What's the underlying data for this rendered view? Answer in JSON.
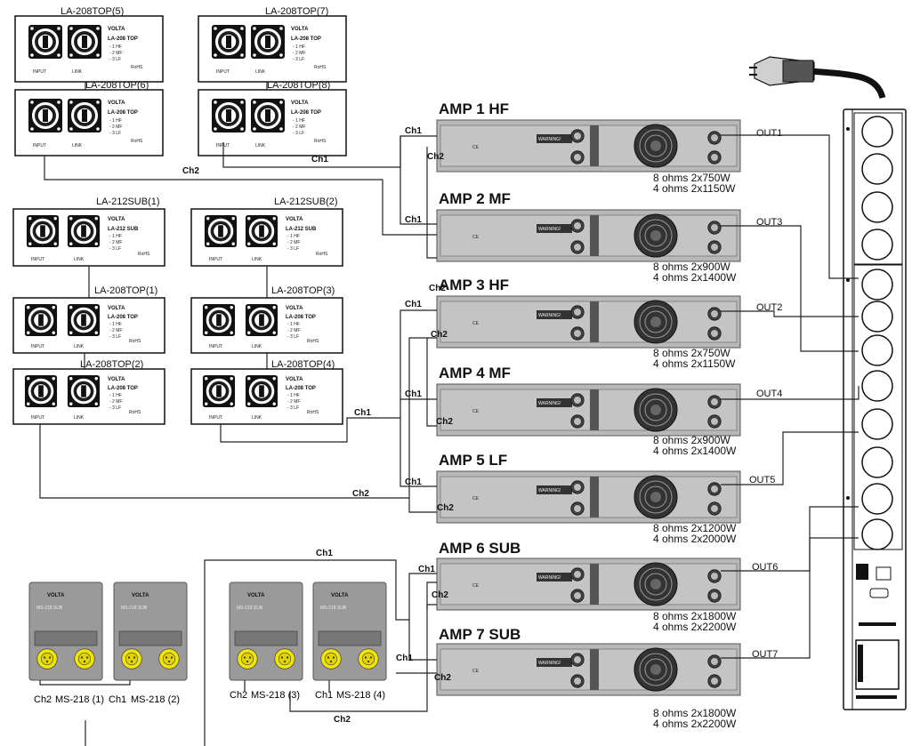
{
  "tops": [
    {
      "label": "LA-208TOP(5)",
      "model": "LA-208 TOP",
      "line1": "- 1 HF",
      "line2": "- 2 MF",
      "line3": "- 3 LF"
    },
    {
      "label": "LA-208TOP(7)",
      "model": "LA-208 TOP",
      "line1": "- 1 HF",
      "line2": "- 2 MF",
      "line3": "- 3 LF"
    },
    {
      "label": "LA-208TOP(6)",
      "model": "LA-208 TOP",
      "line1": "- 1 HF",
      "line2": "- 2 MF",
      "line3": "- 3 LF"
    },
    {
      "label": "LA-208TOP(8)",
      "model": "LA-208 TOP",
      "line1": "- 1 HF",
      "line2": "- 2 MF",
      "line3": "- 3 LF"
    },
    {
      "label": "LA-212SUB(1)",
      "model": "LA-212 SUB",
      "line1": "- 1 HF",
      "line2": "- 2 MF",
      "line3": "- 3 LF"
    },
    {
      "label": "LA-212SUB(2)",
      "model": "LA-212 SUB",
      "line1": "- 1 HF",
      "line2": "- 2 MF",
      "line3": "- 3 LF"
    },
    {
      "label": "LA-208TOP(1)",
      "model": "LA-208 TOP",
      "line1": "- 1 HF",
      "line2": "- 2 MF",
      "line3": "- 3 LF"
    },
    {
      "label": "LA-208TOP(3)",
      "model": "LA-208 TOP",
      "line1": "- 1 HF",
      "line2": "- 2 MF",
      "line3": "- 3 LF"
    },
    {
      "label": "LA-208TOP(2)",
      "model": "LA-208 TOP",
      "line1": "- 1 HF",
      "line2": "- 2 MF",
      "line3": "- 3 LF"
    },
    {
      "label": "LA-208TOP(4)",
      "model": "LA-208 TOP",
      "line1": "- 1 HF",
      "line2": "- 2 MF",
      "line3": "- 3 LF"
    }
  ],
  "panel_text": {
    "input": "INPUT",
    "link": "LINK",
    "rohs": "RoHS",
    "brand": "VOLTA"
  },
  "amps": [
    {
      "title": "AMP 1 HF",
      "spec1": "8 ohms 2x750W",
      "spec2": "4 ohms 2x1150W",
      "out": "OUT1"
    },
    {
      "title": "AMP 2 MF",
      "spec1": "8 ohms 2x900W",
      "spec2": "4 ohms 2x1400W",
      "out": "OUT3"
    },
    {
      "title": "AMP 3 HF",
      "spec1": "8 ohms 2x750W",
      "spec2": "4 ohms 2x1150W",
      "out": "OUT2"
    },
    {
      "title": "AMP 4  MF",
      "spec1": "8 ohms 2x900W",
      "spec2": "4 ohms 2x1400W",
      "out": "OUT4"
    },
    {
      "title": "AMP 5  LF",
      "spec1": "8 ohms 2x1200W",
      "spec2": "4 ohms 2x2000W",
      "out": "OUT5"
    },
    {
      "title": "AMP 6 SUB",
      "spec1": "8 ohms 2x1800W",
      "spec2": "4 ohms 2x2200W",
      "out": "OUT6"
    },
    {
      "title": "AMP 7 SUB",
      "spec1": "8 ohms 2x1800W",
      "spec2": "4 ohms 2x2200W",
      "out": "OUT7"
    }
  ],
  "amp_panel_text": {
    "warning": "WARNING!",
    "ce": "CE"
  },
  "subs": [
    {
      "label": "MS-218 (1)",
      "ch": "Ch2",
      "model": "MS-218 SUB"
    },
    {
      "label": "MS-218 (2)",
      "ch": "Ch1",
      "model": "MS-218 SUB"
    },
    {
      "label": "MS-218 (3)",
      "ch": "Ch2",
      "model": "MS-218 SUB"
    },
    {
      "label": "MS-218 (4)",
      "ch": "Ch1",
      "model": "MS-218 SUB"
    }
  ],
  "wire_labels": {
    "ch1": "Ch1",
    "ch2": "Ch2"
  },
  "colors": {
    "amp_face": "#b8b8b8",
    "amp_dark": "#2a2a2a",
    "sub_body": "#9a9a9a",
    "xlr_yellow": "#f2e600",
    "panel": "#ffffff"
  }
}
